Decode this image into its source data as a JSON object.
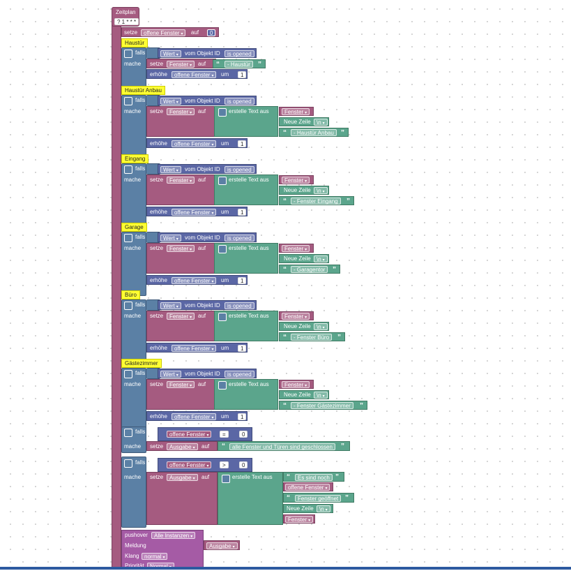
{
  "trigger": {
    "label": "Zeitplan",
    "cron": "? 1 * * *"
  },
  "init": {
    "setze": "setze",
    "var": "offene Fenster",
    "auf": "auf",
    "value": "0"
  },
  "sections": [
    {
      "comment": "Haustür",
      "falls": "falls",
      "wert": "Wert",
      "vom": "vom Objekt ID",
      "obj": "is opened",
      "mache": "mache",
      "setze": "setze",
      "var": "Fenster",
      "auf": "auf",
      "erstelle": "",
      "first": "",
      "neue_zeile": "",
      "nl": "",
      "text": "- Haustür",
      "erhoehe": "erhöhe",
      "inc_var": "offene Fenster",
      "um": "um",
      "inc_val": "1"
    },
    {
      "comment": "Haustür Anbau",
      "falls": "falls",
      "wert": "Wert",
      "vom": "vom Objekt ID",
      "obj": "is opened",
      "mache": "mache",
      "setze": "setze",
      "var": "Fenster",
      "auf": "auf",
      "erstelle": "erstelle Text aus",
      "first": "Fenster",
      "neue_zeile": "Neue Zeile",
      "nl": "\\n",
      "text": "- Haustür Anbau",
      "erhoehe": "erhöhe",
      "inc_var": "offene Fenster",
      "um": "um",
      "inc_val": "1"
    },
    {
      "comment": "Eingang",
      "falls": "falls",
      "wert": "Wert",
      "vom": "vom Objekt ID",
      "obj": "is opened",
      "mache": "mache",
      "setze": "setze",
      "var": "Fenster",
      "auf": "auf",
      "erstelle": "erstelle Text aus",
      "first": "Fenster",
      "neue_zeile": "Neue Zeile",
      "nl": "\\n",
      "text": "- Fenster Eingang",
      "erhoehe": "erhöhe",
      "inc_var": "offene Fenster",
      "um": "um",
      "inc_val": "1"
    },
    {
      "comment": "Garage",
      "falls": "falls",
      "wert": "Wert",
      "vom": "vom Objekt ID",
      "obj": "is opened",
      "mache": "mache",
      "setze": "setze",
      "var": "Fenster",
      "auf": "auf",
      "erstelle": "erstelle Text aus",
      "first": "Fenster",
      "neue_zeile": "Neue Zeile",
      "nl": "\\n",
      "text": "- Garagentor",
      "erhoehe": "erhöhe",
      "inc_var": "offene Fenster",
      "um": "um",
      "inc_val": "1"
    },
    {
      "comment": "Büro",
      "falls": "falls",
      "wert": "Wert",
      "vom": "vom Objekt ID",
      "obj": "is opened",
      "mache": "mache",
      "setze": "setze",
      "var": "Fenster",
      "auf": "auf",
      "erstelle": "erstelle Text aus",
      "first": "Fenster",
      "neue_zeile": "Neue Zeile",
      "nl": "\\n",
      "text": "- Fenster Büro",
      "erhoehe": "erhöhe",
      "inc_var": "offene Fenster",
      "um": "um",
      "inc_val": "1"
    },
    {
      "comment": "Gästezimmer",
      "falls": "falls",
      "wert": "Wert",
      "vom": "vom Objekt ID",
      "obj": "is opened",
      "mache": "mache",
      "setze": "setze",
      "var": "Fenster",
      "auf": "auf",
      "erstelle": "erstelle Text aus",
      "first": "Fenster",
      "neue_zeile": "Neue Zeile",
      "nl": "\\n",
      "text": "- Fenster Gästezimmer",
      "erhoehe": "erhöhe",
      "inc_var": "offene Fenster",
      "um": "um",
      "inc_val": "1"
    }
  ],
  "cond_a": {
    "falls": "falls",
    "var": "offene Fenster",
    "op": "=",
    "val": "0",
    "mache": "mache",
    "setze": "setze",
    "target": "Ausgabe",
    "auf": "auf",
    "text": "alle Fenster und Türen sind geschlossen"
  },
  "cond_b": {
    "falls": "falls",
    "var": "offene Fenster",
    "op": ">",
    "val": "0",
    "mache": "mache",
    "setze": "setze",
    "target": "Ausgabe",
    "auf": "auf",
    "erstelle": "erstelle Text aus",
    "t1": "Es sind noch",
    "v1": "offene Fenster",
    "t2": "Fenster geöffnet",
    "neue_zeile": "Neue Zeile",
    "nl": "\\n",
    "v2": "Fenster"
  },
  "pushover": {
    "label": "pushover",
    "instance": "Alle Instanzen",
    "meldung": "Meldung",
    "meldung_val": "Ausgabe",
    "klang": "Klang",
    "klang_val": "normal",
    "prio": "Priorität",
    "prio_val": "Normal"
  },
  "colors": {
    "trigger": "#a55b80",
    "control": "#5b80a5",
    "text": "#5ba58c",
    "math": "#5b67a5",
    "comment": "#ffff33",
    "pushover": "#a55ba5"
  }
}
